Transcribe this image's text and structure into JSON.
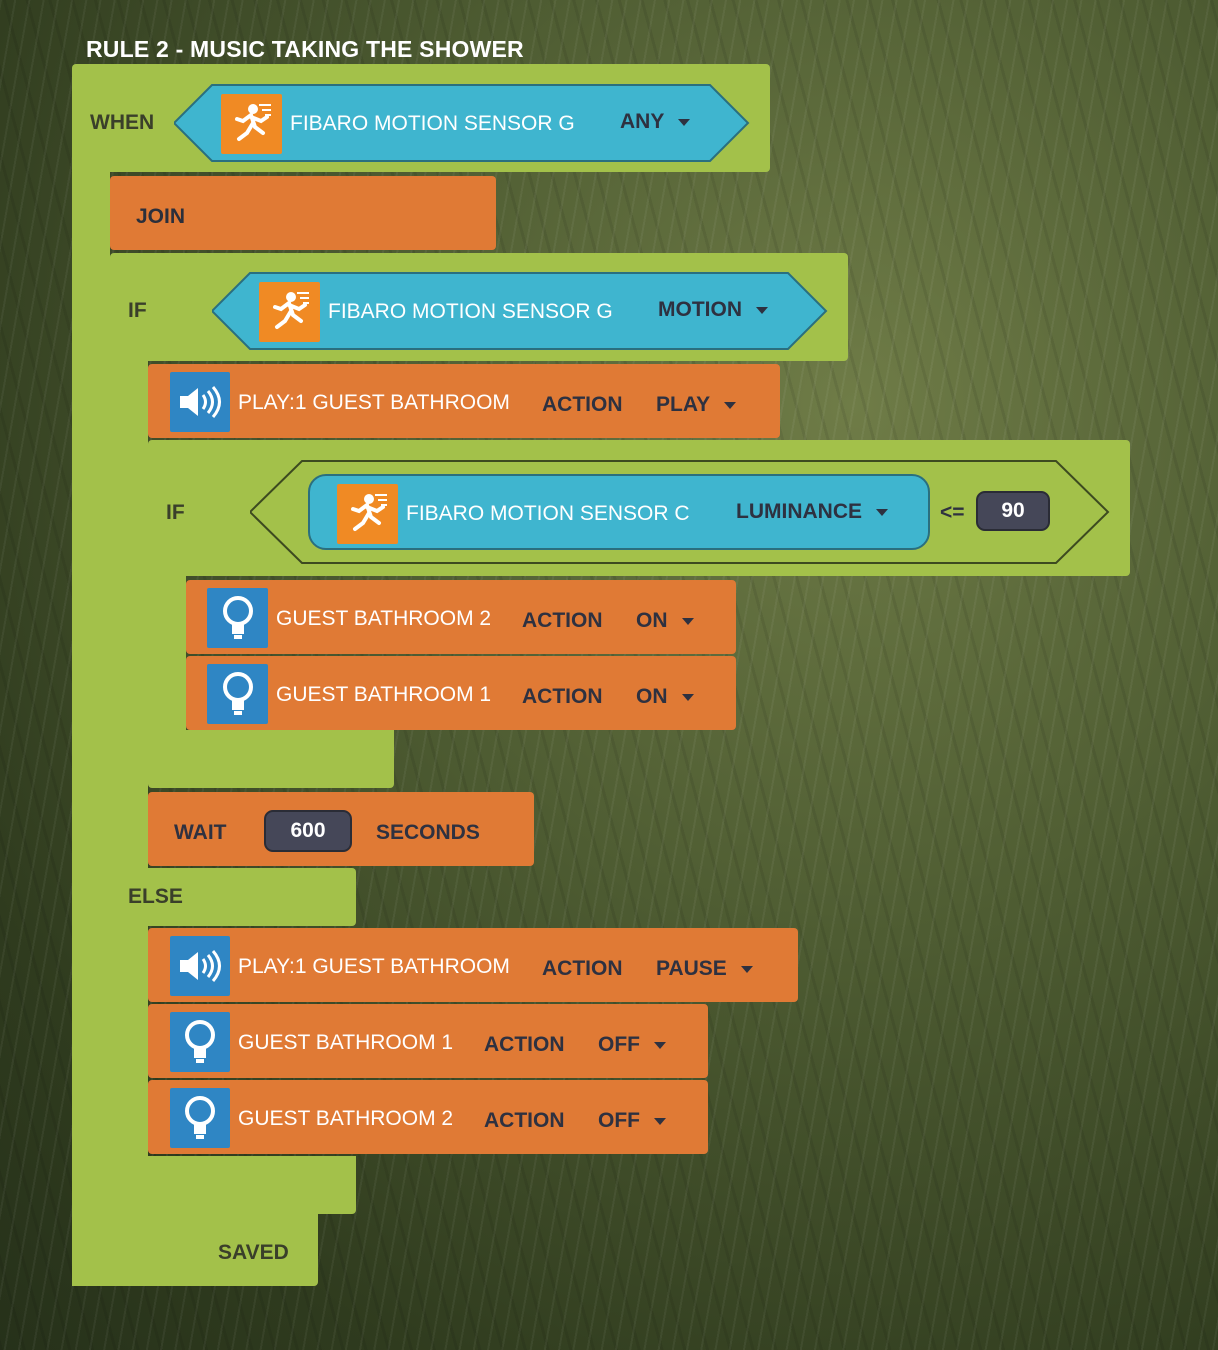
{
  "rule_title": "RULE 2 - MUSIC TAKING THE SHOWER",
  "when": {
    "keyword": "WHEN",
    "device": "FIBARO MOTION SENSOR G",
    "option": "ANY",
    "device_icon": "running-man-icon"
  },
  "join_label": "JOIN",
  "if_outer": {
    "keyword": "IF",
    "device": "FIBARO MOTION SENSOR G",
    "option": "MOTION",
    "device_icon": "running-man-icon"
  },
  "play_action": {
    "device": "PLAY:1 GUEST BATHROOM",
    "action_label": "ACTION",
    "option": "PLAY",
    "device_icon": "speaker-icon"
  },
  "if_inner": {
    "keyword": "IF",
    "device": "FIBARO MOTION SENSOR C",
    "option": "LUMINANCE",
    "operator": "<=",
    "value": "90",
    "device_icon": "running-man-icon"
  },
  "light_actions_then": [
    {
      "device": "GUEST BATHROOM 2",
      "action_label": "ACTION",
      "option": "ON",
      "device_icon": "lightbulb-icon"
    },
    {
      "device": "GUEST BATHROOM 1",
      "action_label": "ACTION",
      "option": "ON",
      "device_icon": "lightbulb-icon"
    }
  ],
  "wait": {
    "keyword": "WAIT",
    "value": "600",
    "unit": "SECONDS"
  },
  "else_label": "ELSE",
  "else_actions": [
    {
      "device": "PLAY:1 GUEST BATHROOM",
      "action_label": "ACTION",
      "option": "PAUSE",
      "device_icon": "speaker-icon"
    },
    {
      "device": "GUEST BATHROOM 1",
      "action_label": "ACTION",
      "option": "OFF",
      "device_icon": "lightbulb-icon"
    },
    {
      "device": "GUEST BATHROOM 2",
      "action_label": "ACTION",
      "option": "OFF",
      "device_icon": "lightbulb-icon"
    }
  ],
  "saved_label": "SAVED",
  "colors": {
    "block_green": "#a3c14a",
    "block_orange": "#e07a35",
    "device_cyan": "#3fb5cf",
    "value_pill": "#454758",
    "icon_orange": "#f08a24",
    "icon_blue": "#2f86c4"
  }
}
